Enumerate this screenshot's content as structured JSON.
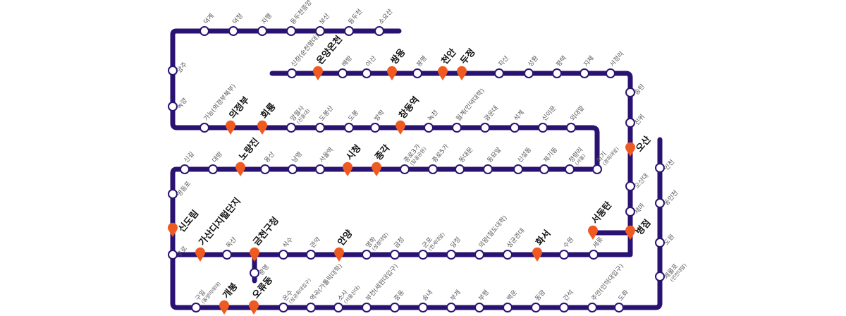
{
  "colors": {
    "line": "#2a1272",
    "station_fill": "#ffffff",
    "marker": "#ee5a1f",
    "label": "#555555",
    "label_major": "#111111"
  },
  "icons": {
    "marker": "map-pin-icon"
  },
  "stations": [
    {
      "id": "deokgye",
      "name": "덕계"
    },
    {
      "id": "deokjeong",
      "name": "덕정"
    },
    {
      "id": "jihaeng",
      "name": "지행"
    },
    {
      "id": "dongducheonjungang",
      "name": "동두천중앙"
    },
    {
      "id": "bosan",
      "name": "보산"
    },
    {
      "id": "dongducheon",
      "name": "동두천"
    },
    {
      "id": "soyosan",
      "name": "소요산"
    },
    {
      "id": "yangju",
      "name": "양주"
    },
    {
      "id": "nogyang",
      "name": "녹양"
    },
    {
      "id": "ganeung",
      "name": "가능(의정부북부)"
    },
    {
      "id": "uijeongbu",
      "name": "의정부",
      "major": true
    },
    {
      "id": "hoeryong",
      "name": "회룡",
      "major": true
    },
    {
      "id": "mangwolsa",
      "name": "망월사",
      "sub": "(신흥대)"
    },
    {
      "id": "dobongsan",
      "name": "도봉산"
    },
    {
      "id": "dobong",
      "name": "도봉"
    },
    {
      "id": "banghak",
      "name": "방학"
    },
    {
      "id": "changdong",
      "name": "창동역",
      "major": true
    },
    {
      "id": "nokcheon",
      "name": "녹천"
    },
    {
      "id": "wolgye",
      "name": "월계(인덕대학)"
    },
    {
      "id": "gwangundae",
      "name": "광운대"
    },
    {
      "id": "seokgye",
      "name": "석계"
    },
    {
      "id": "sinimun",
      "name": "신이문"
    },
    {
      "id": "oedae",
      "name": "외대앞"
    },
    {
      "id": "hoegi",
      "name": "회기",
      "sub": "(경희대앞)"
    },
    {
      "id": "cheongnyangni",
      "name": "청량리",
      "sub": "(서울)"
    },
    {
      "id": "jegi",
      "name": "제기동"
    },
    {
      "id": "sinseol",
      "name": "신설동"
    },
    {
      "id": "dongmyo",
      "name": "동묘앞"
    },
    {
      "id": "dongdaemun",
      "name": "동대문"
    },
    {
      "id": "jongno5",
      "name": "종로5가"
    },
    {
      "id": "jongno3",
      "name": "종로3가",
      "sub": "(탑골공원)"
    },
    {
      "id": "jonggak",
      "name": "종각",
      "major": true
    },
    {
      "id": "cityhall",
      "name": "시청",
      "major": true
    },
    {
      "id": "seoul",
      "name": "서울역"
    },
    {
      "id": "namyeong",
      "name": "남영"
    },
    {
      "id": "yongsan",
      "name": "용산"
    },
    {
      "id": "noryangjin",
      "name": "노량진",
      "major": true
    },
    {
      "id": "daebang",
      "name": "대방"
    },
    {
      "id": "singil",
      "name": "신길"
    },
    {
      "id": "yeongdeungpo",
      "name": "영등포"
    },
    {
      "id": "sindorim",
      "name": "신도림",
      "major": true
    },
    {
      "id": "guro",
      "name": "구로"
    },
    {
      "id": "gasan",
      "name": "가산디지털단지",
      "major": true
    },
    {
      "id": "doksan",
      "name": "독산"
    },
    {
      "id": "geumcheon",
      "name": "금천구청",
      "major": true
    },
    {
      "id": "gwangmyeong",
      "name": "광명"
    },
    {
      "id": "seoksu",
      "name": "석수"
    },
    {
      "id": "gwanak",
      "name": "관악"
    },
    {
      "id": "anyang",
      "name": "안양",
      "major": true
    },
    {
      "id": "myeonghak",
      "name": "명학",
      "sub": "(성결대앞)"
    },
    {
      "id": "geumjeong",
      "name": "금정"
    },
    {
      "id": "gunpo",
      "name": "군포",
      "sub": "(한세대앞)"
    },
    {
      "id": "dangjeong",
      "name": "당정"
    },
    {
      "id": "uiwang",
      "name": "의왕(철도대학)"
    },
    {
      "id": "sungkyunkwan",
      "name": "성균관대"
    },
    {
      "id": "hwaseo",
      "name": "화서",
      "major": true
    },
    {
      "id": "suwon",
      "name": "수원"
    },
    {
      "id": "seryu",
      "name": "세류"
    },
    {
      "id": "seodongtan",
      "name": "서동탄",
      "major": true
    },
    {
      "id": "byeongjeom",
      "name": "병점",
      "major": true
    },
    {
      "id": "sema",
      "name": "세마"
    },
    {
      "id": "osandae",
      "name": "오산대"
    },
    {
      "id": "osan",
      "name": "오산",
      "major": true
    },
    {
      "id": "jinwi",
      "name": "진위"
    },
    {
      "id": "songtan",
      "name": "송탄"
    },
    {
      "id": "seojeongni",
      "name": "서정리"
    },
    {
      "id": "jije",
      "name": "지제"
    },
    {
      "id": "pyeongtaek",
      "name": "평택"
    },
    {
      "id": "seonghwan",
      "name": "성환"
    },
    {
      "id": "jiksan",
      "name": "직산"
    },
    {
      "id": "dujeong",
      "name": "두정",
      "major": true
    },
    {
      "id": "cheonan",
      "name": "천안",
      "major": true
    },
    {
      "id": "bongmyeong",
      "name": "봉명"
    },
    {
      "id": "ssangyong",
      "name": "쌍용",
      "major": true
    },
    {
      "id": "asan",
      "name": "아산"
    },
    {
      "id": "baebang",
      "name": "배방"
    },
    {
      "id": "onyangoncheon",
      "name": "온양온천",
      "major": true
    },
    {
      "id": "sinchang",
      "name": "신창(순천향대)"
    },
    {
      "id": "incheon",
      "name": "인천"
    },
    {
      "id": "dongincheon",
      "name": "동인천"
    },
    {
      "id": "dowon",
      "name": "도원"
    },
    {
      "id": "jemulpo",
      "name": "제물포",
      "sub": "(인천대앞)"
    },
    {
      "id": "dohwa",
      "name": "도화"
    },
    {
      "id": "juan",
      "name": "주안(인하대입구)"
    },
    {
      "id": "ganseok",
      "name": "간석"
    },
    {
      "id": "dongam",
      "name": "동암"
    },
    {
      "id": "baegun",
      "name": "백운"
    },
    {
      "id": "bupyeong",
      "name": "부평"
    },
    {
      "id": "bugae",
      "name": "부개"
    },
    {
      "id": "songnae",
      "name": "송내"
    },
    {
      "id": "jungdong",
      "name": "중동"
    },
    {
      "id": "bucheon",
      "name": "부천(세원대입구)"
    },
    {
      "id": "sosa",
      "name": "소사",
      "sub": "(서울신대)"
    },
    {
      "id": "yeokgok",
      "name": "역곡(가톨릭대학)"
    },
    {
      "id": "onsu",
      "name": "온수",
      "sub": "(성공회대입구)"
    },
    {
      "id": "oryu",
      "name": "오류동",
      "major": true
    },
    {
      "id": "gaebong",
      "name": "개봉",
      "major": true
    },
    {
      "id": "guil",
      "name": "구일",
      "sub": "(동양미래대)"
    }
  ]
}
